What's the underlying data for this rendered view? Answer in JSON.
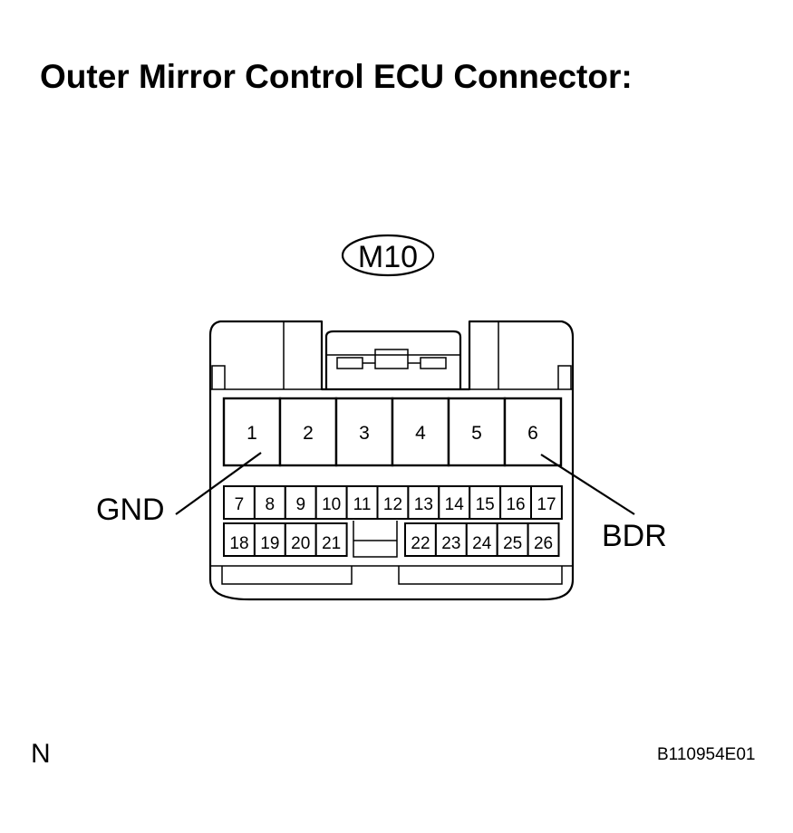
{
  "title": "Outer Mirror Control ECU Connector:",
  "connector": {
    "code": "M10",
    "upper_row_pins": [
      "1",
      "2",
      "3",
      "4",
      "5",
      "6"
    ],
    "middle_row_pins": [
      "7",
      "8",
      "9",
      "10",
      "11",
      "12",
      "13",
      "14",
      "15",
      "16",
      "17"
    ],
    "lower_row_left_pins": [
      "18",
      "19",
      "20",
      "21"
    ],
    "lower_row_right_pins": [
      "22",
      "23",
      "24",
      "25",
      "26"
    ]
  },
  "callouts": {
    "pin1": "GND",
    "pin6": "BDR"
  },
  "footer": {
    "corner_letter": "N",
    "figure_id": "B110954E01"
  }
}
